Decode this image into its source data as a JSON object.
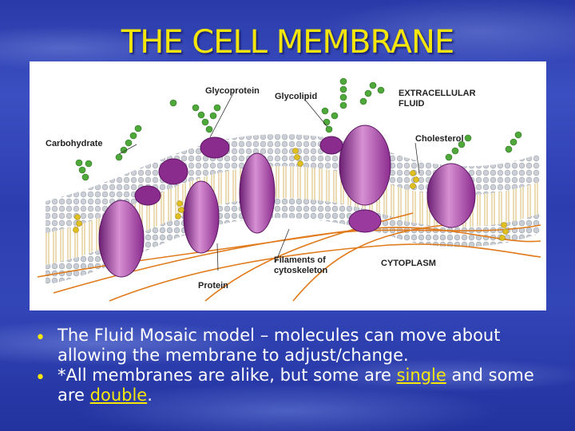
{
  "slide": {
    "title": "THE CELL MEMBRANE"
  },
  "diagram": {
    "labels": {
      "glycoprotein": "Glycoprotein",
      "glycolipid": "Glycolipid",
      "extracellular_1": "EXTRACELLULAR",
      "extracellular_2": "FLUID",
      "carbohydrate": "Carbohydrate",
      "cholesterol": "Cholesterol",
      "filaments_1": "Filaments of",
      "filaments_2": "cytoskeleton",
      "cytoplasm": "CYTOPLASM",
      "protein": "Protein"
    },
    "colors": {
      "protein": "#8a2b8e",
      "protein_light": "#e6a3df",
      "carbohydrate": "#4fa83a",
      "cholesterol": "#e0c020",
      "filament": "#e07a1a",
      "phospholipid_head": "#c9cdd4"
    }
  },
  "bullets": [
    {
      "text": "The Fluid Mosaic model – molecules can move about allowing the membrane to adjust/change."
    },
    {
      "pre": "*All membranes are alike, but some are ",
      "u1": "single",
      "mid": " and some are ",
      "u2": "double",
      "post": "."
    }
  ],
  "colors": {
    "title": "#f4e60a",
    "bullet_marker": "#f4e60a",
    "body_text": "#ffffff",
    "background": "#3346b8"
  }
}
